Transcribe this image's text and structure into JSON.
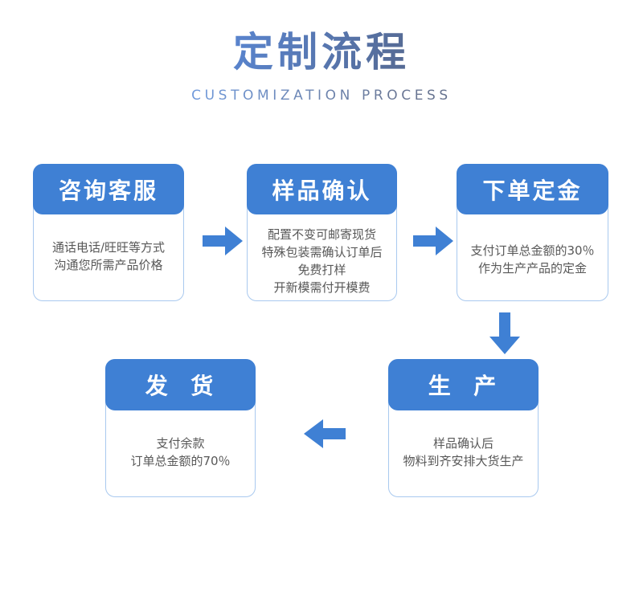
{
  "header": {
    "title": "定制流程",
    "subtitle": "CUSTOMIZATION PROCESS"
  },
  "colors": {
    "accent_blue": "#3f80d4",
    "title_gradient_start": "#4a86e8",
    "title_gradient_end": "#3c4a63",
    "card_border": "#a9c9ef",
    "body_text": "#585858",
    "background": "#ffffff"
  },
  "steps": [
    {
      "id": "consult",
      "heading": "咨询客服",
      "body": "通话电话/旺旺等方式\n沟通您所需产品价格"
    },
    {
      "id": "sample",
      "heading": "样品确认",
      "body": "配置不变可邮寄现货\n特殊包装需确认订单后\n免费打样\n开新模需付开模费"
    },
    {
      "id": "deposit",
      "heading": "下单定金",
      "body": "支付订单总金额的30％\n作为生产产品的定金"
    },
    {
      "id": "production",
      "heading": "生  产",
      "body": "样品确认后\n物料到齐安排大货生产"
    },
    {
      "id": "shipment",
      "heading": "发  货",
      "body": "支付余款\n订单总金额的70％"
    }
  ],
  "arrows": [
    {
      "id": "consult-sample",
      "direction": "right"
    },
    {
      "id": "sample-deposit",
      "direction": "right"
    },
    {
      "id": "deposit-production",
      "direction": "down"
    },
    {
      "id": "production-shipment",
      "direction": "left"
    }
  ]
}
